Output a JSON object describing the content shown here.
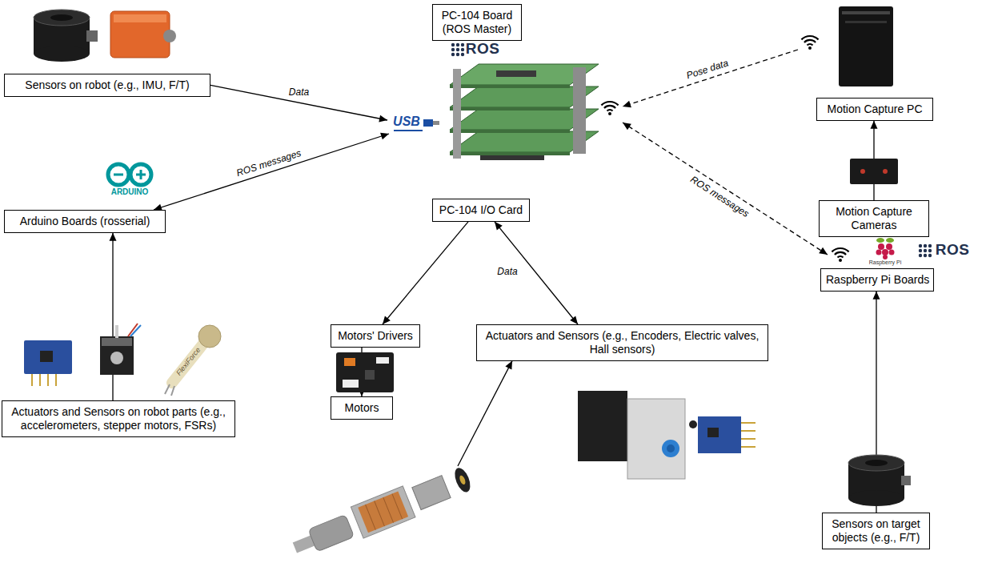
{
  "diagram": {
    "nodes": [
      {
        "text": [
          "PC-104 Board (ROS Master)"
        ]
      },
      {
        "text": [
          "Sensors on robot (e.g., IMU, F/T)"
        ]
      },
      {
        "text": [
          "Arduino Boards (rosserial)"
        ]
      },
      {
        "text": [
          "Actuators and Sensors on robot parts (e.g., accelerometers, stepper motors, FSRs)"
        ]
      },
      {
        "text": [
          "PC-104 I/O Card"
        ]
      },
      {
        "text": [
          "Motors' Drivers"
        ]
      },
      {
        "text": [
          "Motors"
        ]
      },
      {
        "text": [
          "Actuators and Sensors (e.g., Encoders, Electric valves, Hall sensors)"
        ]
      },
      {
        "text": [
          "Motion Capture PC"
        ]
      },
      {
        "text": [
          "Motion Capture Cameras"
        ]
      },
      {
        "text": [
          "Raspberry Pi Boards"
        ]
      },
      {
        "text": [
          "Sensors on target objects (e.g., F/T)"
        ]
      }
    ],
    "edges": [
      {
        "from": 1,
        "to": 0,
        "label": "Data",
        "arrow": "to"
      },
      {
        "from": 2,
        "to": 0,
        "label": "ROS messages",
        "arrow": "both"
      },
      {
        "from": 3,
        "to": 2,
        "arrow": "to"
      },
      {
        "from": 4,
        "to": 5,
        "arrow": "to"
      },
      {
        "from": 4,
        "to": 7,
        "arrow": "both"
      },
      {
        "from": 5,
        "to": 6,
        "arrow": "to"
      },
      {
        "from": 9,
        "to": 8,
        "arrow": "to"
      },
      {
        "from": 8,
        "to": 0,
        "label": "Pose data",
        "arrow": "to"
      },
      {
        "from": 10,
        "to": 0,
        "label": "ROS messages",
        "arrow": "both"
      },
      {
        "from": 11,
        "to": 10,
        "arrow": "to"
      }
    ],
    "labels": [
      "ROS",
      "USB",
      "ARDUINO",
      "FlexiForce",
      "Data",
      "Raspberry Pi",
      "ROS"
    ]
  }
}
